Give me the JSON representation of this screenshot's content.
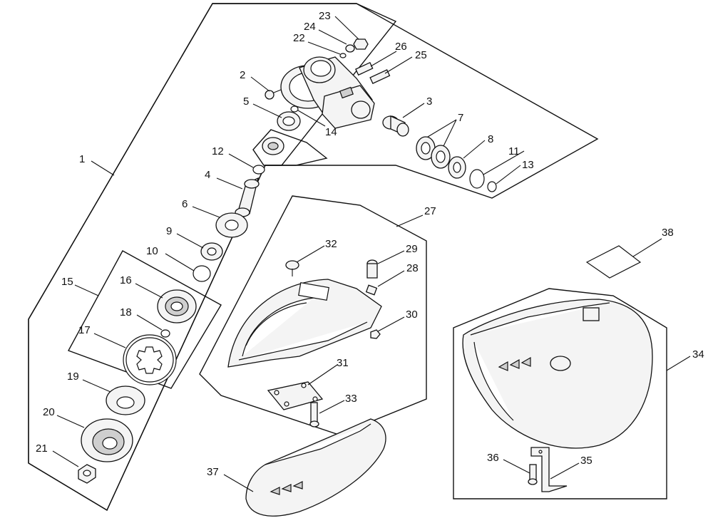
{
  "callouts": [
    "1",
    "2",
    "3",
    "4",
    "5",
    "6",
    "7",
    "8",
    "9",
    "10",
    "11",
    "12",
    "13",
    "14",
    "15",
    "16",
    "17",
    "18",
    "19",
    "20",
    "21",
    "22",
    "23",
    "24",
    "25",
    "26",
    "27",
    "28",
    "29",
    "30",
    "31",
    "32",
    "33",
    "34",
    "35",
    "36",
    "37",
    "38"
  ],
  "colors": {
    "line": "#111111",
    "fill": "#f4f4f4",
    "background": "#ffffff"
  }
}
